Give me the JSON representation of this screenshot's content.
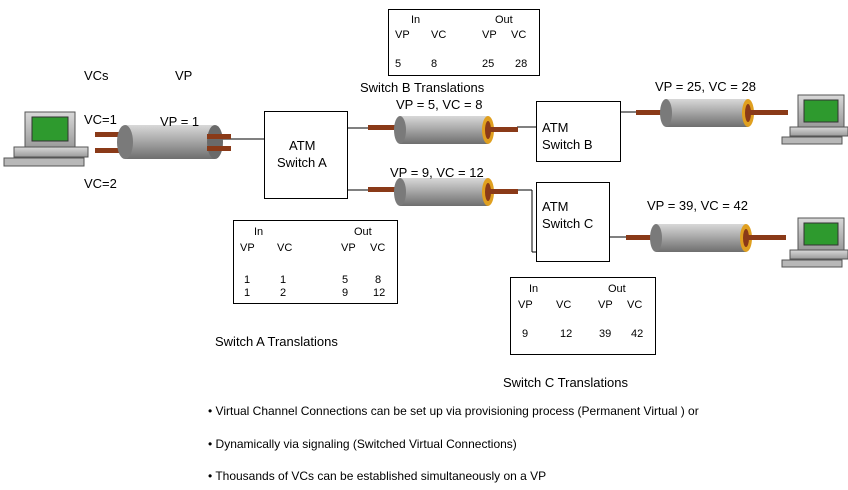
{
  "labels": {
    "vcs": "VCs",
    "vp": "VP",
    "vc1": "VC=1",
    "vc2": "VC=2",
    "vp1": "VP = 1",
    "vp5vc8": "VP = 5, VC = 8",
    "vp9vc12": "VP = 9, VC = 12",
    "vp25vc28": "VP = 25, VC = 28",
    "vp39vc42": "VP = 39, VC = 42"
  },
  "switches": {
    "a": [
      "ATM",
      "Switch A"
    ],
    "b": [
      "ATM",
      "Switch B"
    ],
    "c": [
      "ATM",
      "Switch C"
    ]
  },
  "tables": {
    "switch_b": {
      "caption": "Switch B Translations",
      "in_label": "In",
      "out_label": "Out",
      "cols": [
        "VP",
        "VC",
        "VP",
        "VC"
      ],
      "rows": [
        [
          "5",
          "8",
          "25",
          "28"
        ]
      ]
    },
    "switch_a": {
      "caption": "Switch A Translations",
      "in_label": "In",
      "out_label": "Out",
      "cols": [
        "VP",
        "VC",
        "VP",
        "VC"
      ],
      "rows": [
        [
          "1",
          "1",
          "5",
          "8"
        ],
        [
          "1",
          "2",
          "9",
          "12"
        ]
      ]
    },
    "switch_c": {
      "caption": "Switch C Translations",
      "in_label": "In",
      "out_label": "Out",
      "cols": [
        "VP",
        "VC",
        "VP",
        "VC"
      ],
      "rows": [
        [
          "9",
          "12",
          "39",
          "42"
        ]
      ]
    }
  },
  "bullets": [
    "• Virtual Channel Connections can be set up via provisioning process (Permanent Virtual  )  or",
    "• Dynamically via  signaling (Switched Virtual Connections)",
    "• Thousands of VCs can be established simultaneously on a VP"
  ],
  "colors": {
    "pipe": "#a8a8a8",
    "pipe_dark": "#6e6e6e",
    "cable": "#8a3a18",
    "cable_end": "#e0a020",
    "screen": "#2e9a2e"
  }
}
